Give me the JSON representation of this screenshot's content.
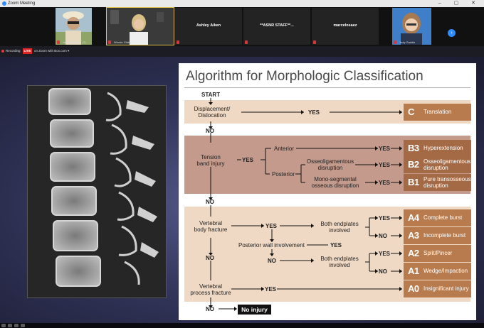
{
  "window": {
    "title": "Zoom Meeting"
  },
  "participants": [
    {
      "caption": "Joshua [?] Bl... (?)",
      "name": ""
    },
    {
      "caption": "Wende Gibbs",
      "name": ""
    },
    {
      "caption": "",
      "name": "Ashley Aiken"
    },
    {
      "caption": "",
      "name": "**ASNR STAFF**..."
    },
    {
      "caption": "",
      "name": "marcelosaez"
    },
    {
      "caption": "Judy Gaddis",
      "name": ""
    }
  ],
  "next_page_label": "›",
  "recording": {
    "label": "Recording",
    "live_badge": "LIVE",
    "stream_label": "on Zoom with Box.com ▾"
  },
  "slide": {
    "title": "Algorithm for Morphologic Classification",
    "start": "START",
    "displacement": "Displacement/\nDislocation",
    "yes": "YES",
    "no": "NO",
    "tension": "Tension\nband injury",
    "anterior": "Anterior",
    "posterior": "Posterior",
    "osseoligamentous": "Osseoligamentous\ndisruption",
    "mono_segmental": "Mono-segmental\nosseous disruption",
    "vertebral_body": "Vertebral\nbody fracture",
    "posterior_wall": "Posterior wall involvement",
    "both_endplates": "Both endplates\ninvolved",
    "vertebral_process": "Vertebral\nprocess fracture",
    "no_injury": "No injury",
    "codes": [
      {
        "code": "C",
        "desc": "Translation"
      },
      {
        "code": "B3",
        "desc": "Hyperextension"
      },
      {
        "code": "B2",
        "desc": "Osseoligamentous\ndisruption"
      },
      {
        "code": "B1",
        "desc": "Pure transosseous\ndisruption"
      },
      {
        "code": "A4",
        "desc": "Complete burst"
      },
      {
        "code": "A3",
        "desc": "Incomplete burst"
      },
      {
        "code": "A2",
        "desc": "Split/Pincer"
      },
      {
        "code": "A1",
        "desc": "Wedge/Impaction"
      },
      {
        "code": "A0",
        "desc": "Insignificant injury"
      }
    ]
  },
  "colors": {
    "band_light": "#f0d9c4",
    "code_box": "#b87b4d",
    "zoom_blue": "#2d8cff",
    "live_red": "#e02424"
  },
  "icons": [
    "zoom-app-icon",
    "mic-muted-icon",
    "next-page-icon",
    "recording-dot-icon"
  ]
}
